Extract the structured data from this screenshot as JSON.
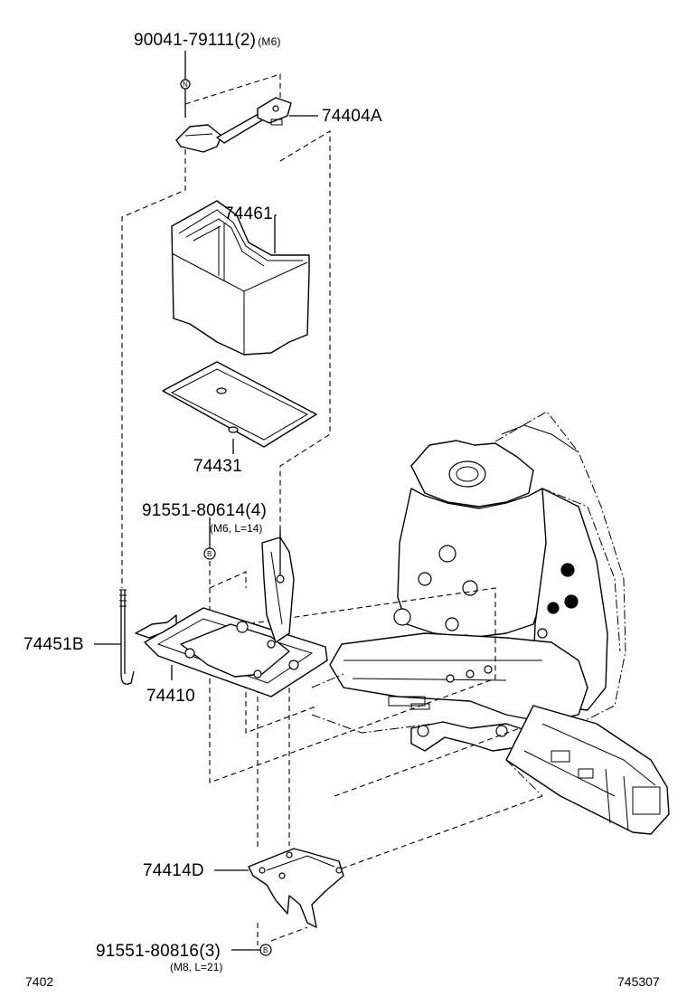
{
  "parts": {
    "bolt_top": {
      "number": "90041-79111",
      "qty": "(2)",
      "spec": "(M6)",
      "marker": "N"
    },
    "clamp": {
      "number": "74404A"
    },
    "tray": {
      "number": "74461"
    },
    "pad": {
      "number": "74431"
    },
    "bolt_mid": {
      "number": "91551-80614",
      "qty": "(4)",
      "spec": "(M6, L=14)",
      "marker": "B"
    },
    "rod": {
      "number": "74451B"
    },
    "carrier": {
      "number": "74410"
    },
    "bracket": {
      "number": "74414D"
    },
    "bolt_bottom": {
      "number": "91551-80816",
      "qty": "(3)",
      "spec": "(M8, L=21)",
      "marker": "B"
    }
  },
  "footer": {
    "left_code": "7402",
    "right_code": "745307"
  }
}
